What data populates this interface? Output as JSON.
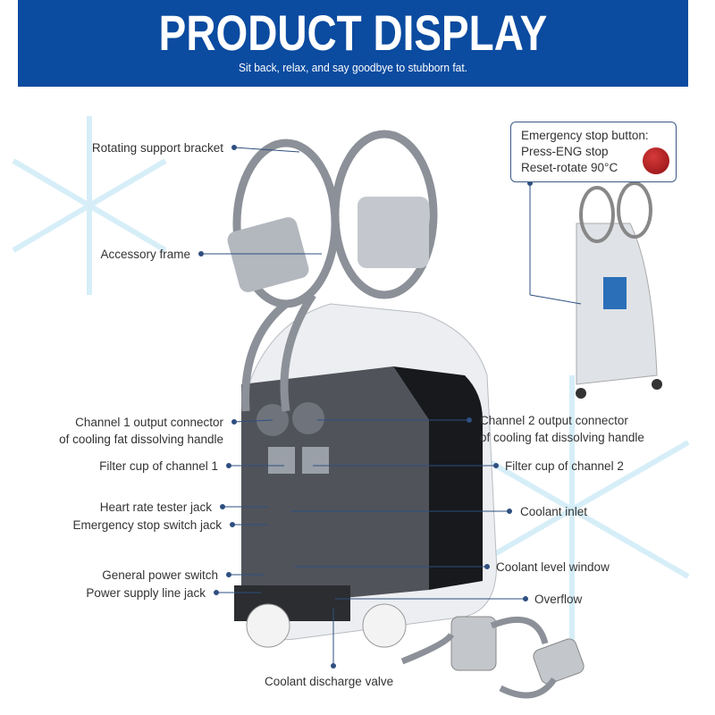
{
  "header": {
    "title": "PRODUCT DISPLAY",
    "subtitle": "Sit back, relax, and say goodbye to stubborn fat."
  },
  "callout": {
    "line1": "Emergency stop button:",
    "line2": "Press-ENG stop",
    "line3": "Reset-rotate 90°C"
  },
  "labels_left": {
    "rotating_bracket": "Rotating support bracket",
    "accessory_frame": "Accessory frame",
    "ch1_connector_1": "Channel 1 output connector",
    "ch1_connector_2": "of cooling fat dissolving handle",
    "filter_cup_1": "Filter cup of channel 1",
    "heart_rate": "Heart rate tester jack",
    "emergency_jack": "Emergency stop switch jack",
    "power_switch": "General power switch",
    "power_jack": "Power supply line jack"
  },
  "labels_right": {
    "ch2_connector_1": "Channel 2 output connector",
    "ch2_connector_2": "of cooling fat dissolving handle",
    "filter_cup_2": "Filter cup of channel 2",
    "coolant_inlet": "Coolant inlet",
    "coolant_level": "Coolant level window",
    "overflow": "Overflow"
  },
  "labels_bottom": {
    "discharge_valve": "Coolant discharge valve"
  },
  "colors": {
    "banner": "#0b4ba0",
    "leader": "#2e4f80",
    "text": "#333333",
    "stop_button": "#b01e22"
  }
}
